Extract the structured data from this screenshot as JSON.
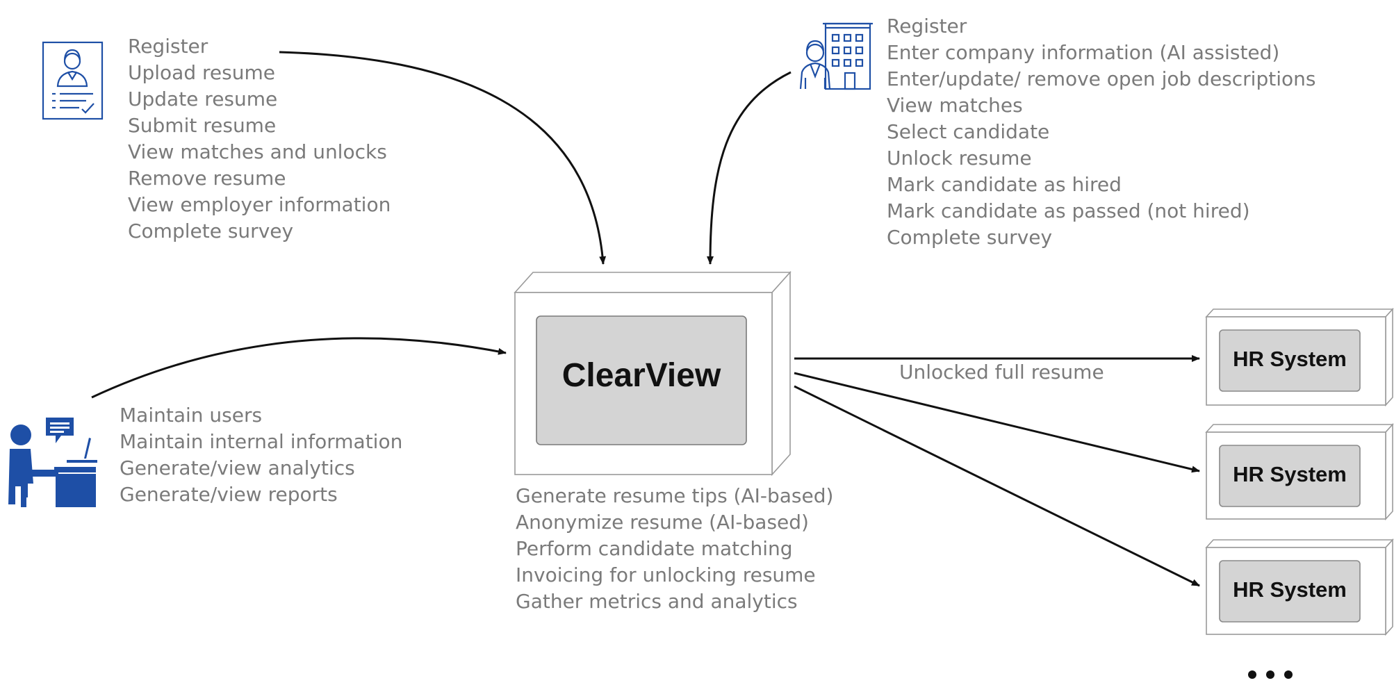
{
  "candidate": {
    "icon": "resume-person-icon",
    "items": [
      "Register",
      "Upload resume",
      "Update resume",
      "Submit resume",
      "View matches and unlocks",
      "Remove resume",
      "View employer information",
      "Complete survey"
    ]
  },
  "employer": {
    "icon": "business-building-icon",
    "items": [
      "Register",
      "Enter company information (AI assisted)",
      "Enter/update/ remove open job descriptions",
      "View matches",
      "Select candidate",
      "Unlock resume",
      "Mark candidate as hired",
      "Mark candidate as passed (not hired)",
      "Complete survey"
    ]
  },
  "admin": {
    "icon": "desk-worker-icon",
    "items": [
      "Maintain users",
      "Maintain internal information",
      "Generate/view analytics",
      "Generate/view reports"
    ]
  },
  "system": {
    "name": "ClearView",
    "functions": [
      "Generate resume tips (AI-based)",
      "Anonymize resume (AI-based)",
      "Perform candidate matching",
      "Invoicing for unlocking resume",
      "Gather metrics and analytics"
    ]
  },
  "hr_systems": [
    {
      "label": "HR System"
    },
    {
      "label": "HR System"
    },
    {
      "label": "HR System"
    }
  ],
  "connector_label": "Unlocked full resume",
  "more_indicator": "ellipsis",
  "colors": {
    "icon_blue": "#1e4fa6",
    "box_fill": "#d4d4d4",
    "text_gray": "#7a7a7a",
    "line": "#111111"
  }
}
